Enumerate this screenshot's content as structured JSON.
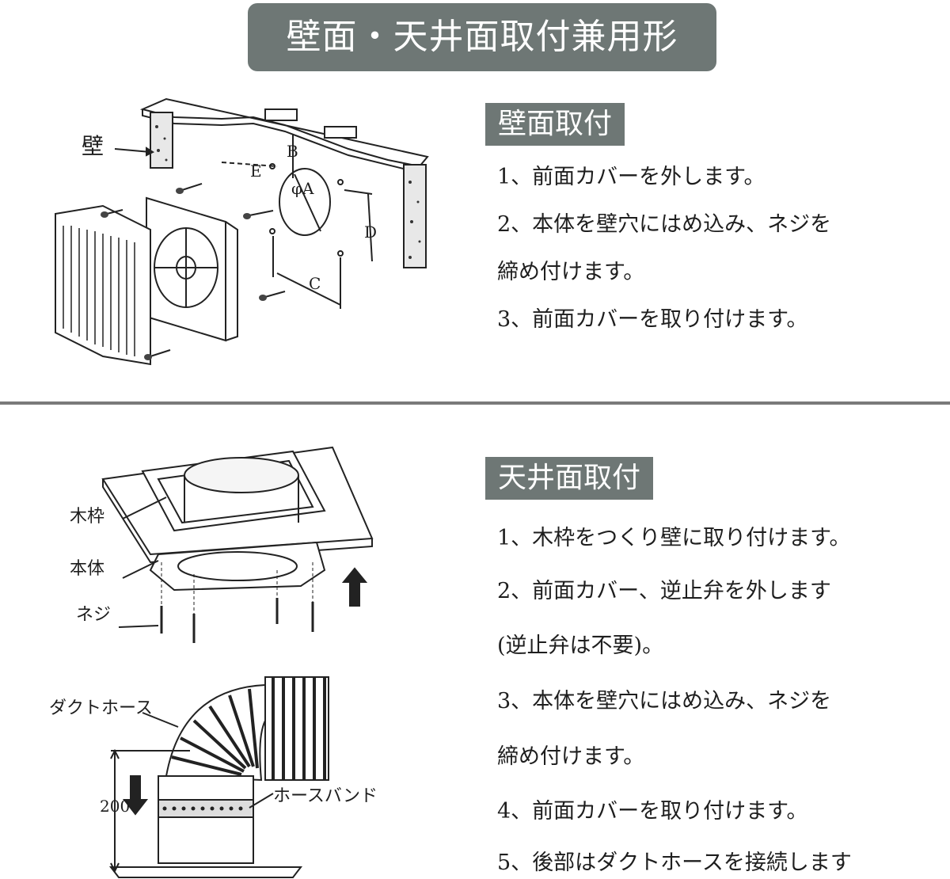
{
  "title": "壁面・天井面取付兼用形",
  "wall_section": {
    "heading": "壁面取付",
    "steps": [
      "1、前面カバーを外します。",
      "2、本体を壁穴にはめ込み、ネジを",
      "締め付けます。",
      "3、前面カバーを取り付けます。"
    ],
    "diagram_labels": {
      "wall": "壁",
      "dim_a": "φA",
      "dim_b": "B",
      "dim_c": "C",
      "dim_d": "D",
      "dim_e": "E"
    }
  },
  "ceiling_section": {
    "heading": "天井面取付",
    "steps": [
      "1、木枠をつくり壁に取り付けます。",
      "2、前面カバー、逆止弁を外します",
      "(逆止弁は不要)。",
      "3、本体を壁穴にはめ込み、ネジを",
      "締め付けます。",
      "4、前面カバーを取り付けます。",
      "5、後部はダクトホースを接続します"
    ],
    "diagram_labels": {
      "frame": "木枠",
      "body": "本体",
      "screw": "ネジ",
      "duct_hose": "ダクトホース",
      "hose_band": "ホースバンド",
      "dim_200": "200"
    }
  }
}
